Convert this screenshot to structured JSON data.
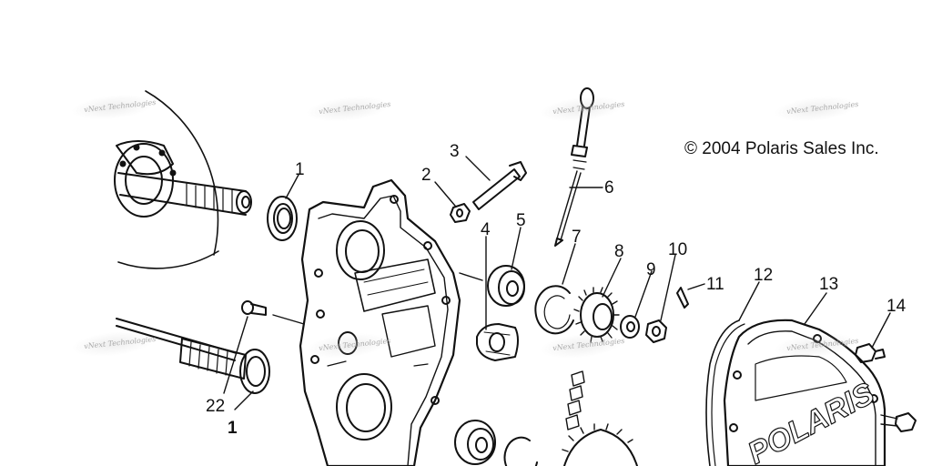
{
  "copyright": "© 2004 Polaris Sales Inc.",
  "watermark": "vNext Technologies",
  "logo_text": "POLARIS",
  "callouts": [
    {
      "id": "1a",
      "label": "1"
    },
    {
      "id": "2",
      "label": "2"
    },
    {
      "id": "3",
      "label": "3"
    },
    {
      "id": "4",
      "label": "4"
    },
    {
      "id": "5",
      "label": "5"
    },
    {
      "id": "6",
      "label": "6"
    },
    {
      "id": "7",
      "label": "7"
    },
    {
      "id": "8",
      "label": "8"
    },
    {
      "id": "9",
      "label": "9"
    },
    {
      "id": "10",
      "label": "10"
    },
    {
      "id": "11",
      "label": "11"
    },
    {
      "id": "12",
      "label": "12"
    },
    {
      "id": "13",
      "label": "13"
    },
    {
      "id": "14",
      "label": "14"
    },
    {
      "id": "22",
      "label": "22"
    },
    {
      "id": "1b",
      "label": "1"
    }
  ],
  "colors": {
    "ink": "#111111",
    "watermark": "#9a9a9a",
    "paper": "#ffffff"
  }
}
